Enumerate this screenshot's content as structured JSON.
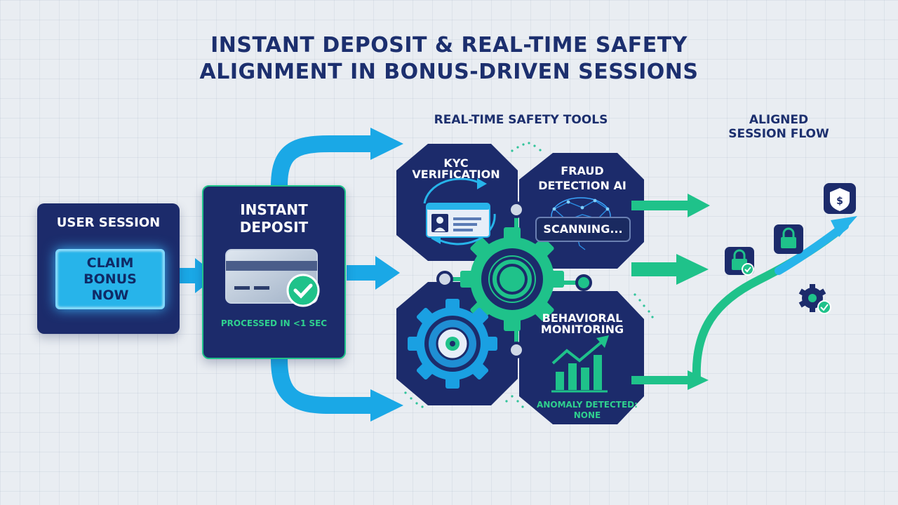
{
  "title": {
    "line1": "INSTANT DEPOSIT & REAL-TIME SAFETY",
    "line2": "ALIGNMENT IN BONUS-DRIVEN SESSIONS"
  },
  "user_session": {
    "title": "USER SESSION",
    "button_label": "CLAIM BONUS NOW"
  },
  "instant_deposit": {
    "title_line1": "INSTANT",
    "title_line2": "DEPOSIT",
    "status": "PROCESSED IN <1 SEC"
  },
  "safety_tools": {
    "heading": "REAL-TIME SAFETY TOOLS",
    "kyc": {
      "line1": "KYC",
      "line2": "VERIFICATION"
    },
    "fraud": {
      "line1": "FRAUD",
      "line2": "DETECTION AI",
      "status": "SCANNING..."
    },
    "behavioral": {
      "line1": "BEHAVIORAL",
      "line2": "MONITORING",
      "status_line1": "ANOMALY DETECTED:",
      "status_line2": "NONE"
    }
  },
  "aligned_flow": {
    "heading_line1": "ALIGNED",
    "heading_line2": "SESSION FLOW"
  },
  "icons": [
    "id-card-icon",
    "brain-network-icon",
    "gear-icon",
    "bar-chart-icon",
    "lock-check-icon",
    "lock-icon",
    "shield-dollar-icon",
    "gear-check-icon",
    "card-icon",
    "checkmark-icon"
  ],
  "colors": {
    "navy": "#1c2b6b",
    "title_blue": "#1c2f6e",
    "cyan": "#27b4ea",
    "green": "#1fc28a",
    "background": "#e9edf2"
  }
}
